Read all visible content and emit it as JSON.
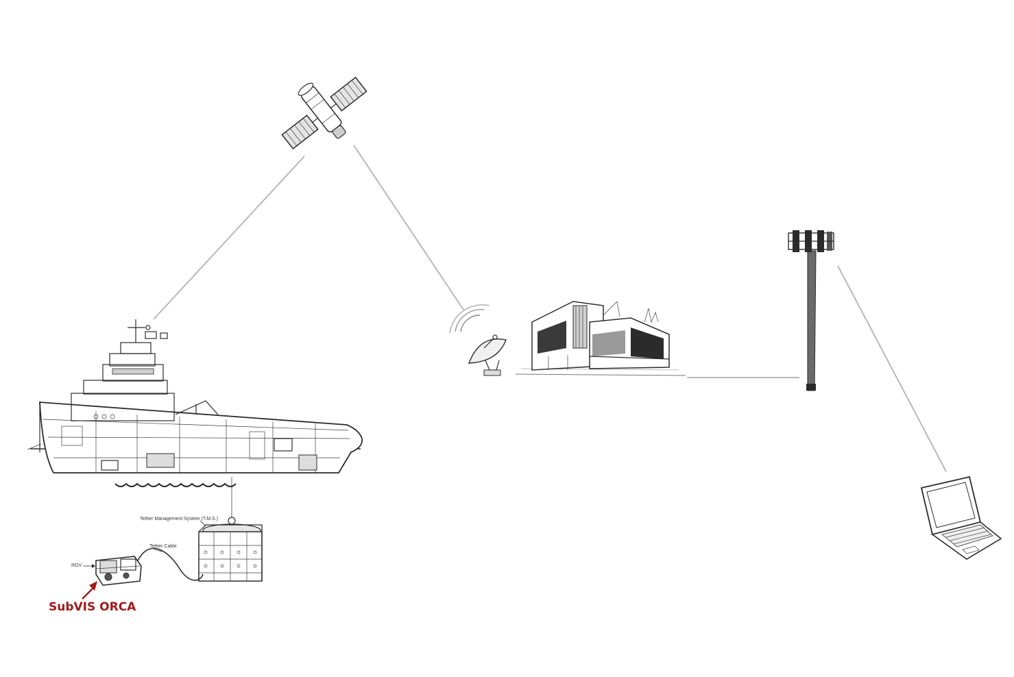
{
  "labels": {
    "tms": "Tether Management System (T.M.S.)",
    "tether_cable": "Tether Cable",
    "rov": "ROV",
    "product": "SubVIS ORCA"
  },
  "colors": {
    "link_line": "#b8b8b8",
    "ink": "#2b2b2b",
    "product_label": "#a11a1a",
    "background": "#ffffff"
  },
  "icons": [
    "satellite-icon",
    "ship-icon",
    "tms-cage-icon",
    "rov-icon",
    "satellite-dish-icon",
    "building-icon",
    "cell-tower-icon",
    "laptop-icon"
  ]
}
